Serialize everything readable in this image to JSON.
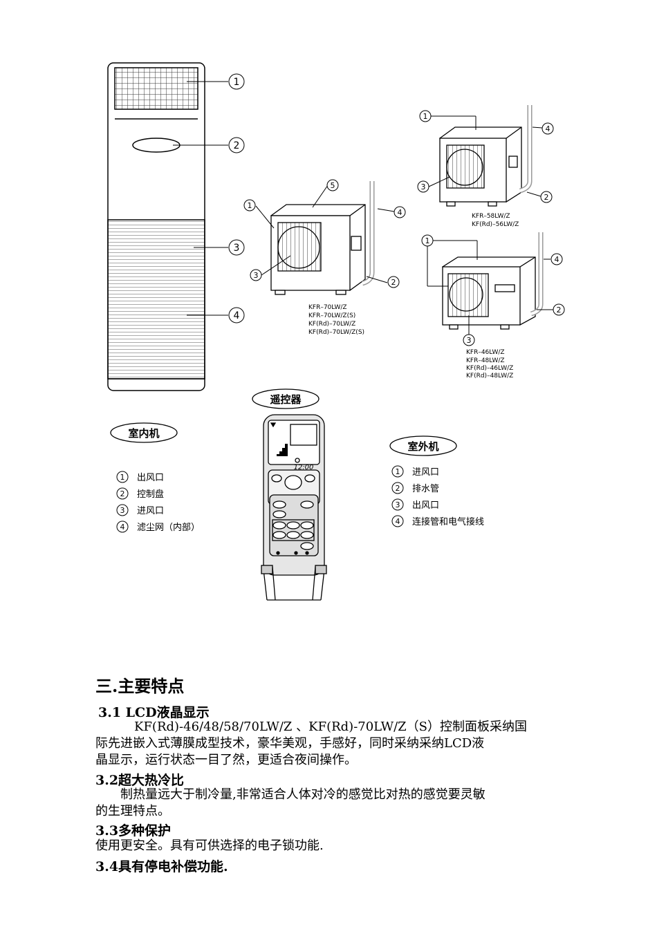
{
  "indoor": {
    "title": "室内机",
    "callouts": [
      "1",
      "2",
      "3",
      "4"
    ],
    "legend": [
      {
        "num": "1",
        "label": "出风口"
      },
      {
        "num": "2",
        "label": "控制盘"
      },
      {
        "num": "3",
        "label": "进风口"
      },
      {
        "num": "4",
        "label": "滤尘网（内部）"
      }
    ]
  },
  "outdoor": {
    "title": "室外机",
    "legend": [
      {
        "num": "1",
        "label": "进风口"
      },
      {
        "num": "2",
        "label": "排水管"
      },
      {
        "num": "3",
        "label": "出风口"
      },
      {
        "num": "4",
        "label": "连接管和电气接线"
      }
    ],
    "unit_a": {
      "callouts": [
        "1",
        "2",
        "3",
        "4",
        "5"
      ],
      "models": [
        "KFR–70LW/Z",
        "KFR–70LW/Z(S)",
        "KF(Rd)–70LW/Z",
        "KF(Rd)–70LW/Z(S)"
      ]
    },
    "unit_b": {
      "callouts": [
        "1",
        "2",
        "3",
        "4"
      ],
      "models": [
        "KFR–58LW/Z",
        "KF(Rd)–56LW/Z"
      ]
    },
    "unit_c": {
      "callouts": [
        "1",
        "2",
        "3",
        "4"
      ],
      "models": [
        "KFR–46LW/Z",
        "KFR–48LW/Z",
        "KF(Rd)–46LW/Z",
        "KF(Rd)–48LW/Z"
      ]
    }
  },
  "remote": {
    "title": "遥控器",
    "time": "12:00"
  },
  "section": {
    "title": "三.主要特点",
    "s31_title": "3.1 LCD液晶显示",
    "s31_lines": [
      "KF(Rd)-46/48/58/70LW/Z 、KF(Rd)-70LW/Z（S）控制面板采纳国",
      "际先进嵌入式薄膜成型技术，豪华美观，手感好，同时采纳采纳LCD液",
      "晶显示，运行状态一目了然，更适合夜间操作。"
    ],
    "s32_title": "3.2超大热冷比",
    "s32_lines": [
      "制热量远大于制冷量,非常适合人体对冷的感觉比对热的感觉要灵敏",
      "的生理特点。"
    ],
    "s33_title": "3.3多种保护",
    "s33_lines": [
      "使用更安全。具有可供选择的电子锁功能."
    ],
    "s34_title": "3.4具有停电补偿功能."
  }
}
